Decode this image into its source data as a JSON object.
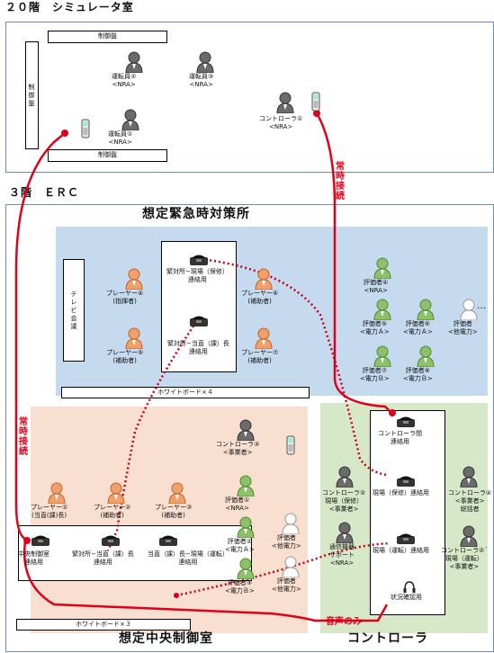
{
  "sim_room_title": "２０階　シミュレータ室",
  "erc_title": "３階　ＥＲＣ",
  "sim": {
    "panel_top": "制御盤",
    "panel_bottom": "制御盤",
    "panel_left": "制御盤",
    "operator2": [
      "運転員②",
      "<NRA>"
    ],
    "operator3": [
      "運転員③",
      "<NRA>"
    ],
    "operator1": [
      "運転員①",
      "<NRA>"
    ],
    "controller1": [
      "コントローラ①",
      "<NRA>"
    ]
  },
  "constant_connection": "常時接続",
  "voice_only": "音声のみ",
  "emergency_office": {
    "title": "想定緊急時対策所",
    "tv_conf": "テレビ会議",
    "phone_top": [
      "緊対所−現場（保修）",
      "連絡用"
    ],
    "phone_bottom": [
      "緊対所−当直（課）長",
      "連絡用"
    ],
    "player4": [
      "プレーヤー④",
      "(指揮者)"
    ],
    "player5": [
      "プレーヤー⑤",
      "(補助者)"
    ],
    "player6": [
      "プレーヤー⑥",
      "(補助者)"
    ],
    "player7": [
      "プレーヤー⑦",
      "(補助者)"
    ],
    "eval4": [
      "評価者④",
      "<NRA>"
    ],
    "eval5": [
      "評価者⑤",
      "<電力Ａ>"
    ],
    "eval6": [
      "評価者⑥",
      "<電力Ａ>"
    ],
    "eval_other": [
      "評価者",
      "<他電力>"
    ],
    "eval7": [
      "評価者⑦",
      "<電力Ｂ>"
    ],
    "eval8": [
      "評価者⑧",
      "<電力Ｂ>"
    ],
    "ellipsis": "…",
    "whiteboard": "ホワイトボード×４"
  },
  "central_control": {
    "title": "想定中央制御室",
    "controller3": [
      "コントローラ③",
      "<事業者>"
    ],
    "player1": [
      "プレーヤー①",
      "(当直(課)長)"
    ],
    "player2": [
      "プレーヤー②",
      "(補助者)"
    ],
    "player3": [
      "プレーヤー③",
      "(補助者)"
    ],
    "eval1": [
      "評価者①",
      "<NRA>"
    ],
    "eval2": [
      "評価者②",
      "<電力Ａ>"
    ],
    "eval_other": [
      "評価者",
      "<他電力>"
    ],
    "eval3": [
      "評価者③",
      "<電力Ｂ>"
    ],
    "eval_other2": [
      "評価者",
      "<他電力>"
    ],
    "phone_a": [
      "中央制御室",
      "連絡用"
    ],
    "phone_b": [
      "緊対所−当直（課）長",
      "連絡用"
    ],
    "phone_c": [
      "当直（課）長−現場（運転）",
      "連絡用"
    ],
    "whiteboard": "ホワイトボード×３"
  },
  "controller_area": {
    "title": "コントローラ",
    "phone_inter": [
      "コントローラ間",
      "連絡用"
    ],
    "phone_maint": "現場（保修）連絡用",
    "phone_oper": "現場（運転）連絡用",
    "status_check": "状況確認用",
    "controller2": [
      "コントローラ②",
      "現場（保修）",
      "<事業者>"
    ],
    "comm_support": [
      "通信機器",
      "サポート",
      "<NRA>"
    ],
    "controller4": [
      "コントローラ④",
      "<事業者>",
      "総括者"
    ],
    "controller2b": [
      "コントローラ②´",
      "現場（運転）",
      "<事業者>"
    ]
  }
}
